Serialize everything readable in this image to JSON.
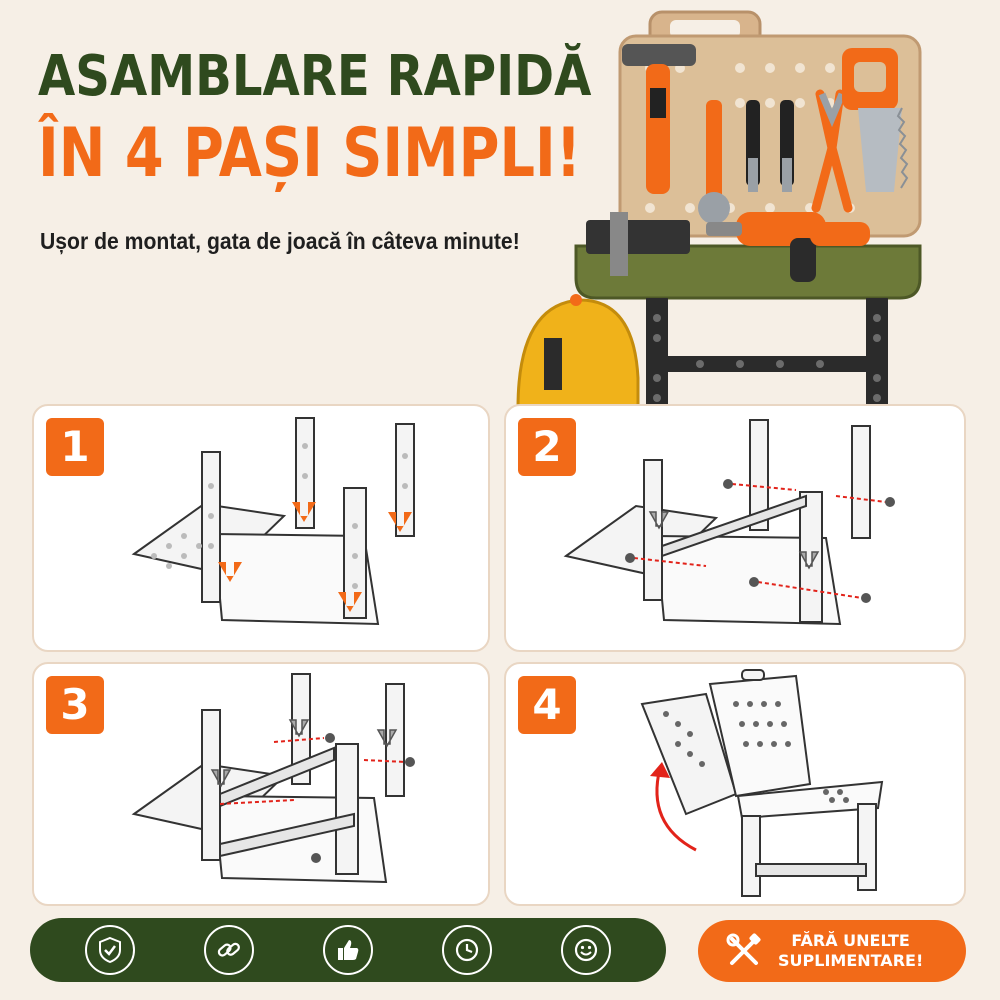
{
  "headline": {
    "line1": "ASAMBLARE RAPIDĂ",
    "line2": "ÎN 4 PAȘI SIMPLI!",
    "subtitle": "Ușor de montat, gata de joacă în câteva minute!"
  },
  "steps": [
    {
      "number": "1"
    },
    {
      "number": "2"
    },
    {
      "number": "3"
    },
    {
      "number": "4"
    }
  ],
  "features": [
    {
      "icon": "shield-check-icon"
    },
    {
      "icon": "link-icon"
    },
    {
      "icon": "thumbs-up-icon"
    },
    {
      "icon": "clock-icon"
    },
    {
      "icon": "smiley-icon"
    }
  ],
  "cta": {
    "line1": "FĂRĂ UNELTE",
    "line2": "SUPLIMENTARE!",
    "icon": "tools-crossed-icon"
  },
  "colors": {
    "green": "#2f4a1e",
    "orange": "#f26a18",
    "background": "#f6efe6"
  }
}
